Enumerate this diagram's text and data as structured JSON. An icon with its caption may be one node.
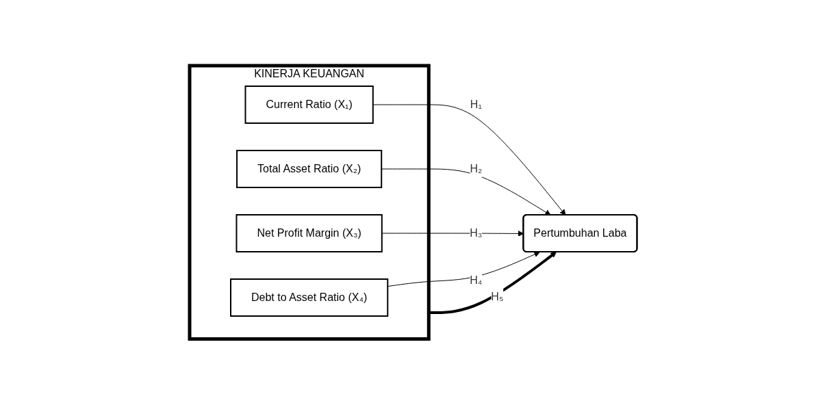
{
  "diagram": {
    "nodes": [
      {
        "text": [
          "KINERJA KEUANGAN"
        ]
      },
      {
        "text": [
          "Current Ratio (X₁)"
        ],
        "in": 0
      },
      {
        "text": [
          "Total Asset Ratio (X₂)"
        ],
        "in": 0
      },
      {
        "text": [
          "Net Profit Margin (X₃)"
        ],
        "in": 0
      },
      {
        "text": [
          "Debt to Asset Ratio (X₄)"
        ],
        "in": 0
      },
      {
        "text": [
          "Pertumbuhan Laba"
        ]
      }
    ],
    "edges": [
      {
        "from": 1,
        "to": 5,
        "arrow": "to",
        "label": "H₁"
      },
      {
        "from": 2,
        "to": 5,
        "arrow": "to",
        "label": "H₂"
      },
      {
        "from": 3,
        "to": 5,
        "arrow": "to",
        "label": "H₃"
      },
      {
        "from": 4,
        "to": 5,
        "arrow": "to",
        "label": "H₄"
      },
      {
        "from": 0,
        "to": 5,
        "arrow": "to",
        "label": "H₅",
        "style": "thick"
      }
    ]
  }
}
